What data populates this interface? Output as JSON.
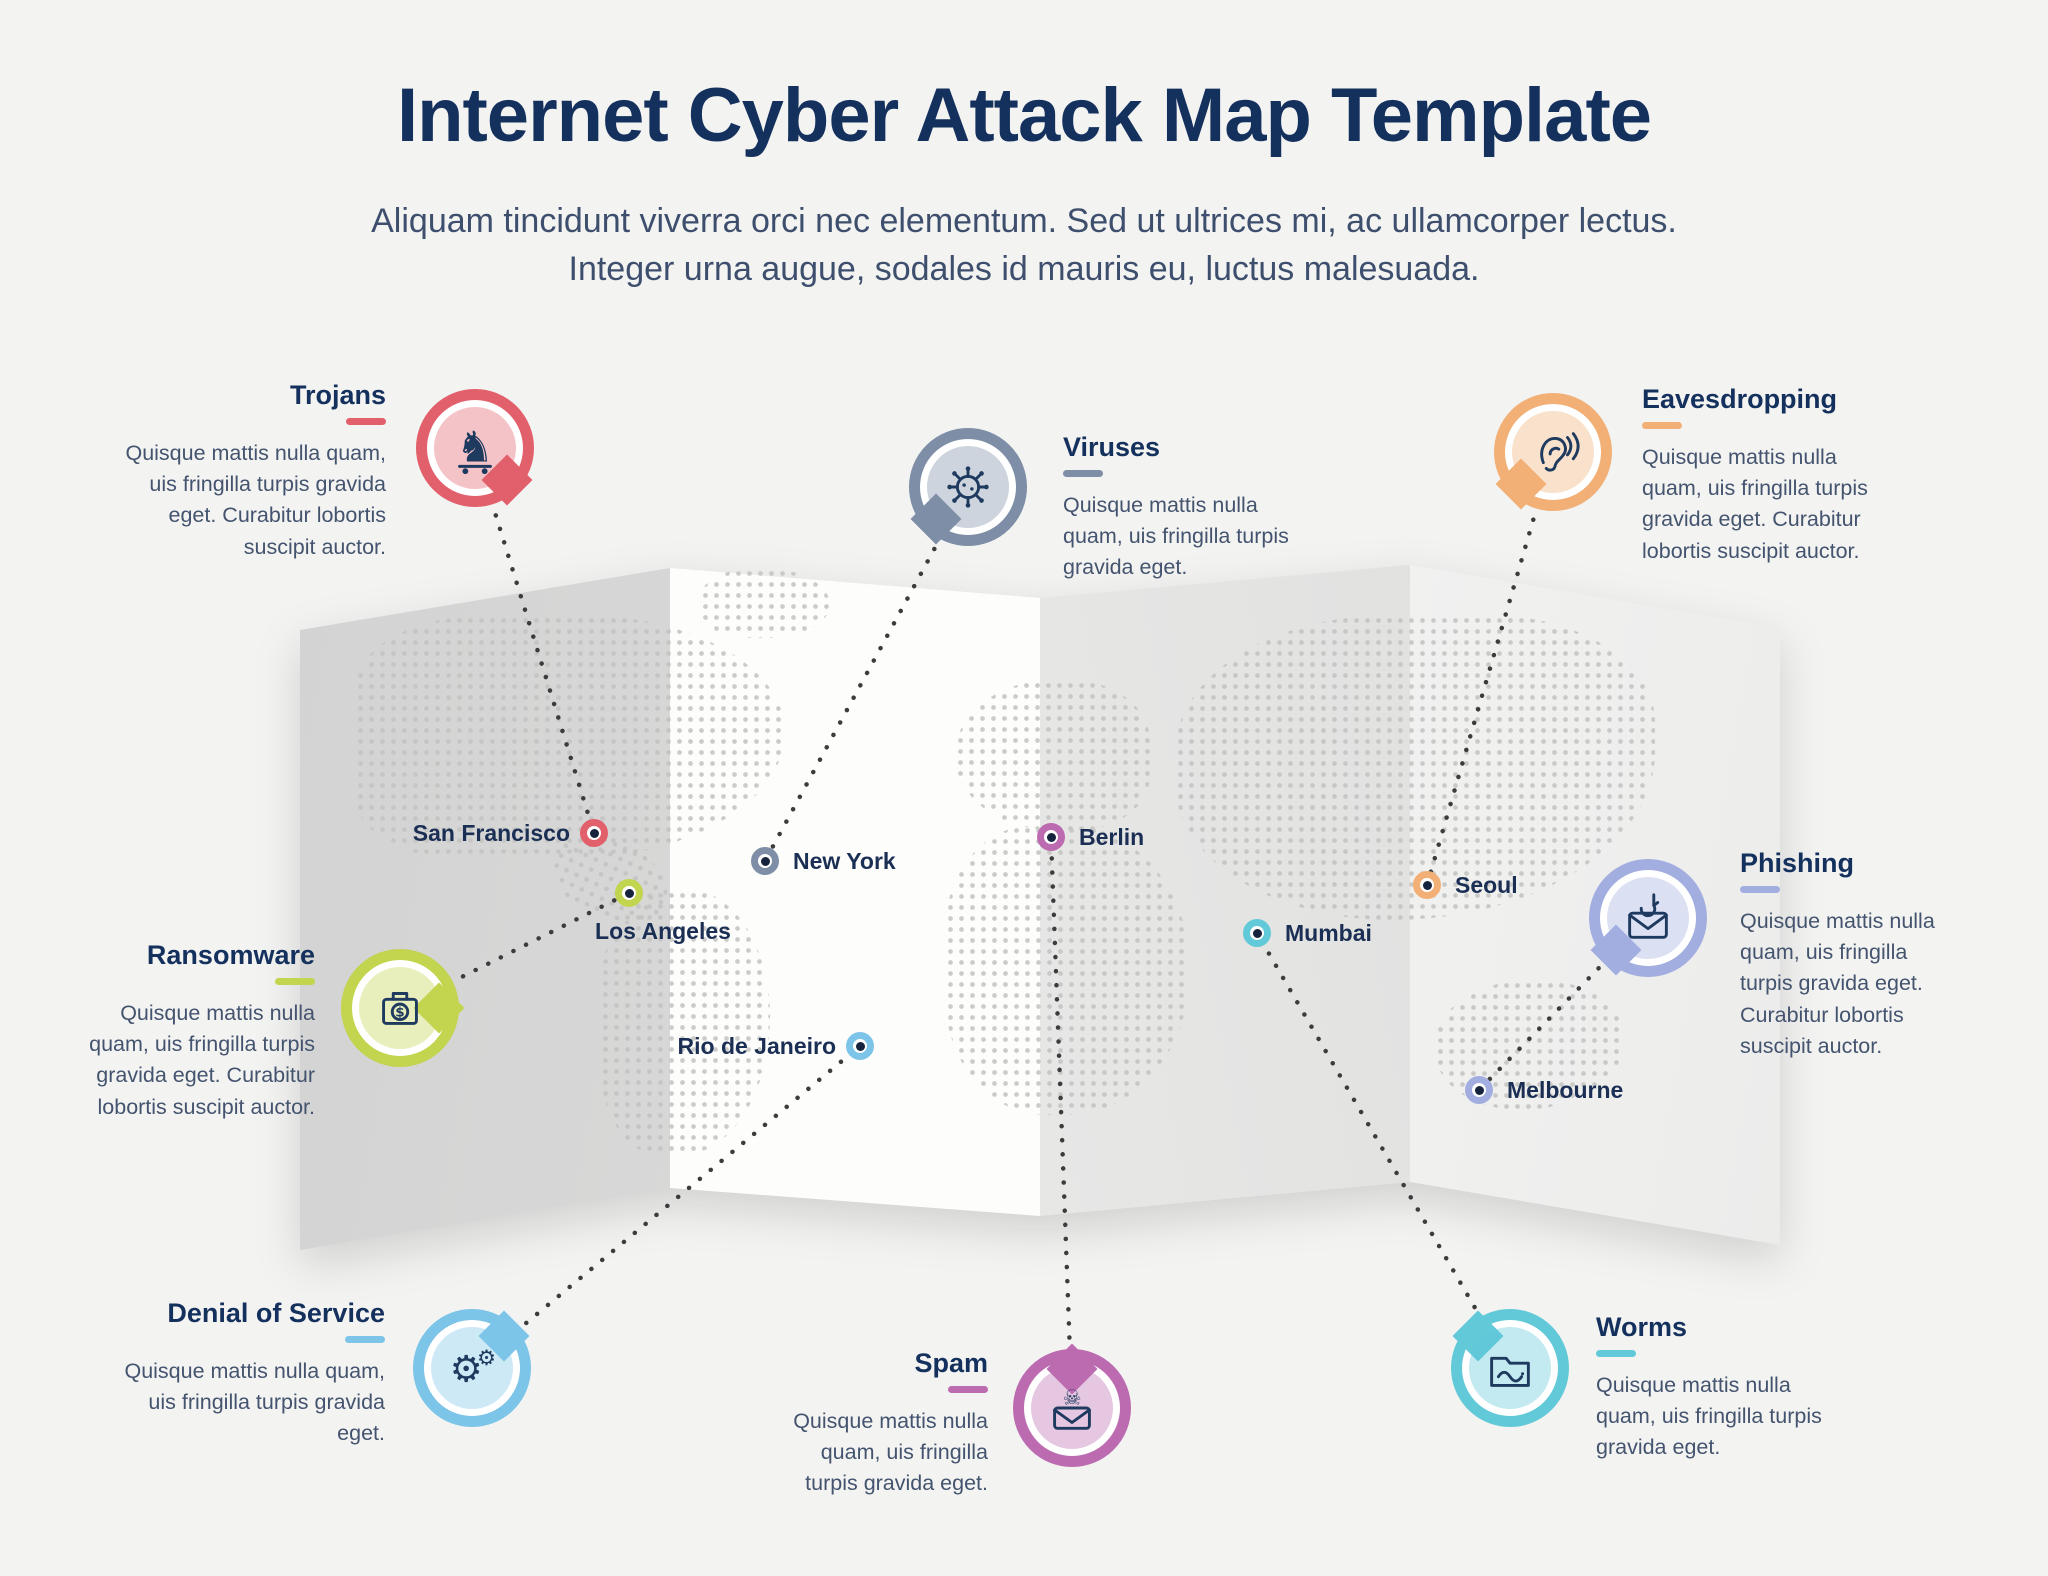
{
  "page": {
    "title": "Internet Cyber Attack Map Template",
    "subtitle": "Aliquam tincidunt viverra orci nec elementum. Sed ut ultrices mi, ac ullamcorper lectus. Integer urna augue, sodales id mauris eu, luctus malesuada.",
    "title_color": "#14305d",
    "background_color": "#f3f3f2"
  },
  "callouts": [
    {
      "id": "trojans",
      "label": "Trojans",
      "color": "#e2606b",
      "icon": "trojan-horse-icon",
      "desc": "Quisque mattis nulla quam, uis fringilla turpis gravida eget. Curabitur lobortis suscipit auctor."
    },
    {
      "id": "viruses",
      "label": "Viruses",
      "color": "#7d8ea6",
      "icon": "virus-icon",
      "desc": "Quisque mattis nulla quam, uis fringilla turpis gravida eget."
    },
    {
      "id": "eavesdropping",
      "label": "Eavesdropping",
      "color": "#f2b077",
      "icon": "ear-icon",
      "desc": "Quisque mattis nulla quam, uis fringilla turpis gravida eget. Curabitur lobortis suscipit auctor."
    },
    {
      "id": "phishing",
      "label": "Phishing",
      "color": "#a3aee0",
      "icon": "envelope-hook-icon",
      "desc": "Quisque mattis nulla quam, uis fringilla turpis gravida eget. Curabitur lobortis suscipit auctor."
    },
    {
      "id": "ransomware",
      "label": "Ransomware",
      "color": "#c3d44f",
      "icon": "ransom-money-icon",
      "desc": "Quisque mattis nulla quam, uis fringilla turpis gravida eget. Curabitur lobortis suscipit auctor."
    },
    {
      "id": "denial-of-service",
      "label": "Denial of Service",
      "color": "#7cc4e8",
      "icon": "gears-icon",
      "desc": "Quisque mattis nulla quam, uis fringilla turpis gravida eget."
    },
    {
      "id": "spam",
      "label": "Spam",
      "color": "#bc6bb1",
      "icon": "envelope-skull-icon",
      "desc": "Quisque mattis nulla quam, uis fringilla turpis gravida eget."
    },
    {
      "id": "worms",
      "label": "Worms",
      "color": "#62c9d9",
      "icon": "worm-folder-icon",
      "desc": "Quisque mattis nulla quam, uis fringilla turpis gravida eget."
    }
  ],
  "cities": [
    {
      "label": "San Francisco",
      "color": "#e2606b"
    },
    {
      "label": "Los Angeles",
      "color": "#c3d44f"
    },
    {
      "label": "New York",
      "color": "#7d8ea6"
    },
    {
      "label": "Rio de Janeiro",
      "color": "#7cc4e8"
    },
    {
      "label": "Berlin",
      "color": "#bc6bb1"
    },
    {
      "label": "Seoul",
      "color": "#f2b077"
    },
    {
      "label": "Mumbai",
      "color": "#62c9d9"
    },
    {
      "label": "Melbourne",
      "color": "#a3aee0"
    }
  ]
}
